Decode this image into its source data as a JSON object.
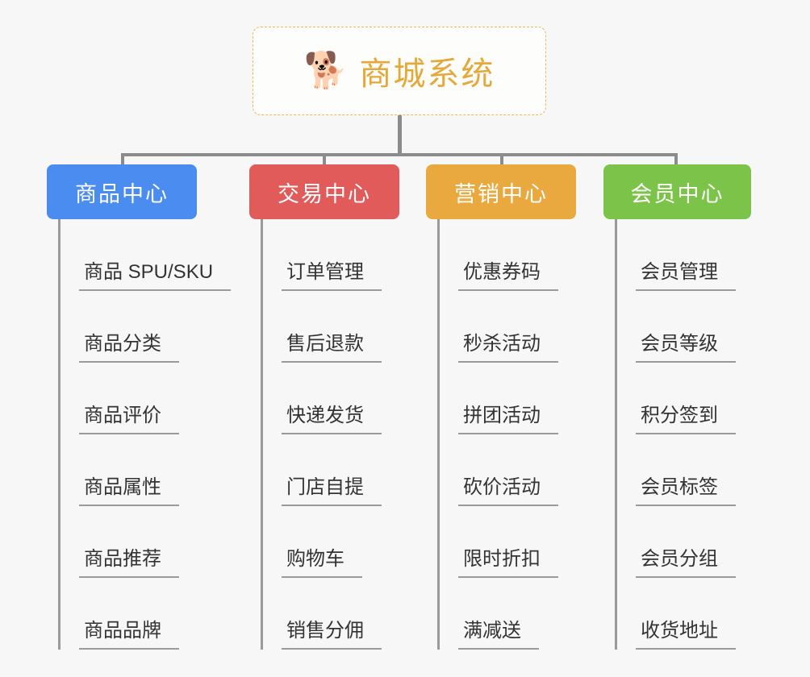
{
  "root": {
    "icon": "shiba-dog-emoji",
    "icon_glyph": "🐕",
    "title": "商城系统",
    "title_color": "#e5a93a",
    "border_color": "#e8b95c"
  },
  "colors": {
    "background": "#f7f7f7",
    "connector": "#8c8c8c",
    "leaf_line": "#9a9a9a",
    "leaf_text": "#333333"
  },
  "branches": [
    {
      "label": "商品中心",
      "color": "#4a8cf0",
      "items": [
        {
          "label": "商品 SPU/SKU"
        },
        {
          "label": "商品分类"
        },
        {
          "label": "商品评价"
        },
        {
          "label": "商品属性"
        },
        {
          "label": "商品推荐"
        },
        {
          "label": "商品品牌"
        }
      ]
    },
    {
      "label": "交易中心",
      "color": "#e25b5b",
      "items": [
        {
          "label": "订单管理"
        },
        {
          "label": "售后退款"
        },
        {
          "label": "快递发货"
        },
        {
          "label": "门店自提"
        },
        {
          "label": "购物车"
        },
        {
          "label": "销售分佣"
        }
      ]
    },
    {
      "label": "营销中心",
      "color": "#eaa93e",
      "items": [
        {
          "label": "优惠券码"
        },
        {
          "label": "秒杀活动"
        },
        {
          "label": "拼团活动"
        },
        {
          "label": "砍价活动"
        },
        {
          "label": "限时折扣"
        },
        {
          "label": "满减送"
        }
      ]
    },
    {
      "label": "会员中心",
      "color": "#7cc34a",
      "items": [
        {
          "label": "会员管理"
        },
        {
          "label": "会员等级"
        },
        {
          "label": "积分签到"
        },
        {
          "label": "会员标签"
        },
        {
          "label": "会员分组"
        },
        {
          "label": "收货地址"
        }
      ]
    }
  ]
}
